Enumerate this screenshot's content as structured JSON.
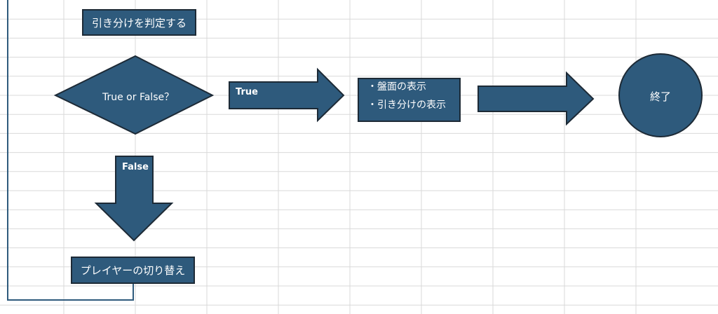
{
  "colors": {
    "shape_fill": "#2e5a7c",
    "shape_stroke": "#1d2a36",
    "connector": "#2e5a7c",
    "grid": "#d9d9d9"
  },
  "nodes": {
    "judge": "引き分けを判定する",
    "decision": "True or False？",
    "display_lines": [
      "・盤面の表示",
      "・引き分けの表示"
    ],
    "end": "終了",
    "switch_player": "プレイヤーの切り替え"
  },
  "arrows": {
    "true_label": "True",
    "false_label": "False"
  }
}
